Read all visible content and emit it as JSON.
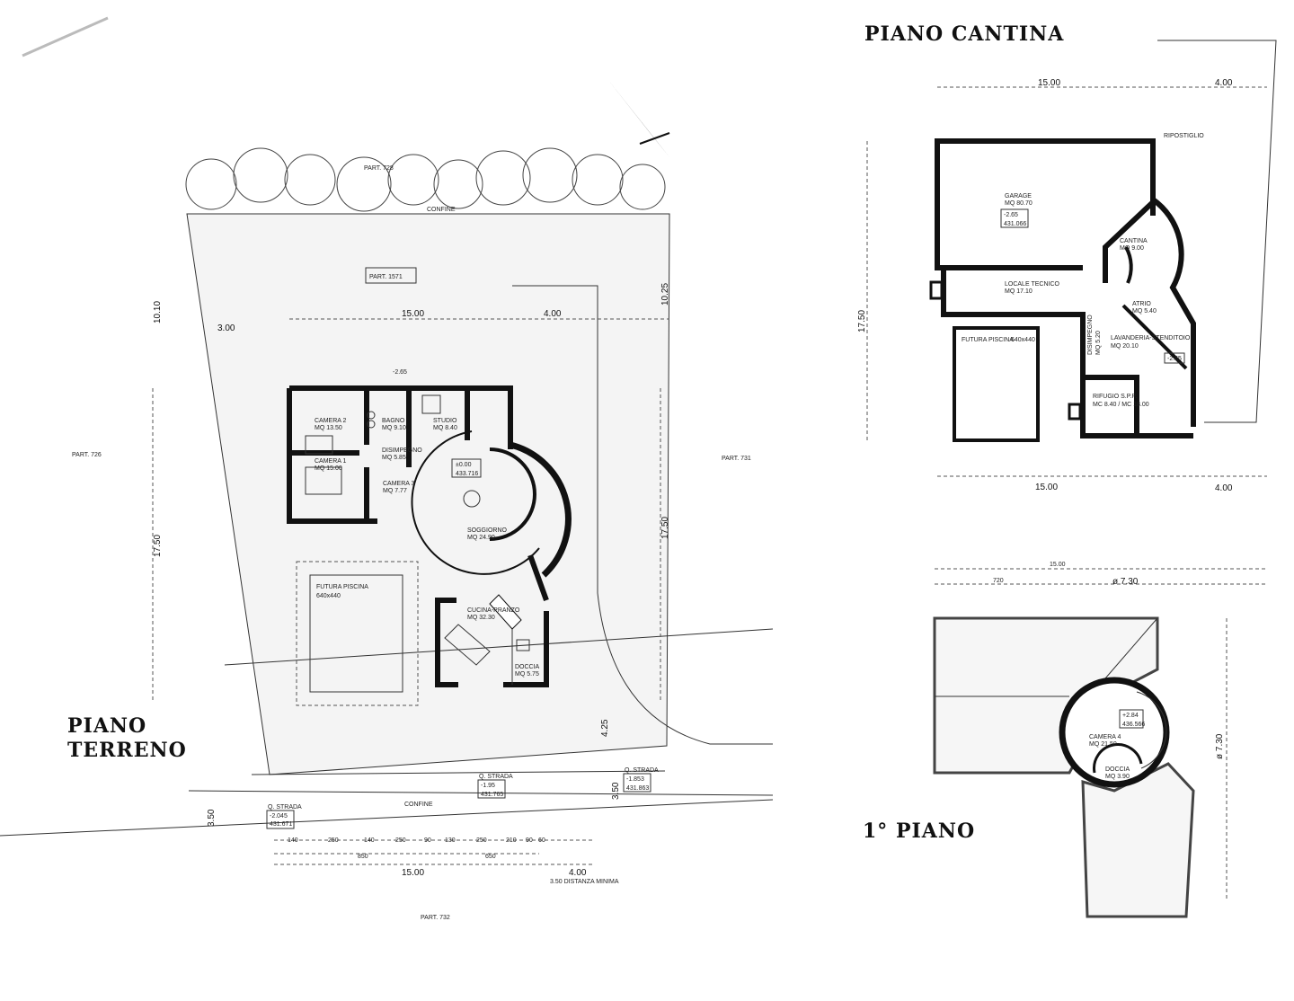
{
  "ground_floor": {
    "title_line1": "PIANO",
    "title_line2": "TERRENO",
    "parcels": {
      "north": "PART. 728",
      "west": "PART. 726",
      "east": "PART. 731",
      "south": "PART. 732",
      "lot": "PART. 1571"
    },
    "rooms": [
      {
        "name": "CAMERA 2",
        "area": "MQ 13.50"
      },
      {
        "name": "BAGNO",
        "area": "MQ 9.10"
      },
      {
        "name": "STUDIO",
        "area": "MQ 8.40"
      },
      {
        "name": "CAMERA 1",
        "area": "MQ 15.00"
      },
      {
        "name": "DISIMPEGNO",
        "area": "MQ 5.85"
      },
      {
        "name": "CAMERA 3",
        "area": "MQ 7.77"
      },
      {
        "name": "SOGGIORNO",
        "area": "MQ 24.90"
      },
      {
        "name": "CUCINA-PRANZO",
        "area": "MQ 32.30"
      },
      {
        "name": "DOCCIA",
        "area": "MQ 5.75"
      },
      {
        "name": "FUTURA PISCINA",
        "area": "640x440"
      }
    ],
    "level_box": {
      "rel": "±0.00",
      "abs": "433.716"
    },
    "elev_small": "-2.65",
    "road": [
      {
        "label": "Q. STRADA",
        "rel": "-2.045",
        "abs": "431.671"
      },
      {
        "label": "Q. STRADA",
        "rel": "-1.95",
        "abs": "431.765"
      },
      {
        "label": "Q. STRADA",
        "rel": "-1.853",
        "abs": "431.863"
      }
    ],
    "confine": "CONFINE",
    "dims": {
      "w_top": "15.00",
      "w_top_side": "4.00",
      "h_left": "17.50",
      "h_right": "17.50",
      "north_left": "10.10",
      "north_right": "10.25",
      "west": "3.00",
      "south_side": "4.25",
      "road_right": "3.50",
      "road_left": "3.50",
      "w_bottom": "15.00",
      "w_bottom_side": "4.00",
      "sub_left": "850",
      "sub_right": "650",
      "min_dist": "3.50 DISTANZA MINIMA"
    },
    "bottom_chain": [
      "140",
      "250",
      "140",
      "250",
      "90",
      "130",
      "250",
      "210",
      "90",
      "60"
    ]
  },
  "basement": {
    "title": "PIANO CANTINA",
    "rooms": [
      {
        "name": "GARAGE",
        "area": "MQ 80.70"
      },
      {
        "name": "LOCALE TECNICO",
        "area": "MQ 17.10"
      },
      {
        "name": "CANTINA",
        "area": "MQ 9.00"
      },
      {
        "name": "ATRIO",
        "area": "MQ 5.40"
      },
      {
        "name": "DISIMPEGNO",
        "area": "MQ 5.20"
      },
      {
        "name": "LAVANDERIA-STENDITOIO",
        "area": "MQ 20.10"
      },
      {
        "name": "RIFUGIO S.P.P.",
        "area": "MC 8.40 / MC 18.00"
      },
      {
        "name": "FUTURA PISCINA",
        "area": "640x440"
      }
    ],
    "level_box": {
      "rel": "-2.65",
      "abs": "431.066"
    },
    "elev_small": "-2.65",
    "ripostiglio": "RIPOSTIGLIO",
    "dims": {
      "w_top": "15.00",
      "w_top_side": "4.00",
      "h_left": "17.50",
      "w_bottom": "15.00",
      "w_bottom_side": "4.00"
    }
  },
  "first_floor": {
    "title": "1° PIANO",
    "rooms": [
      {
        "name": "CAMERA 4",
        "area": "MQ 21.50"
      },
      {
        "name": "DOCCIA",
        "area": "MQ 3.90"
      }
    ],
    "level_box": {
      "rel": "+2.84",
      "abs": "436.566"
    },
    "dims": {
      "w_top": "15.00",
      "diam_top": "ø 7.30",
      "diam_side": "ø 7.30",
      "seg": "720"
    }
  }
}
